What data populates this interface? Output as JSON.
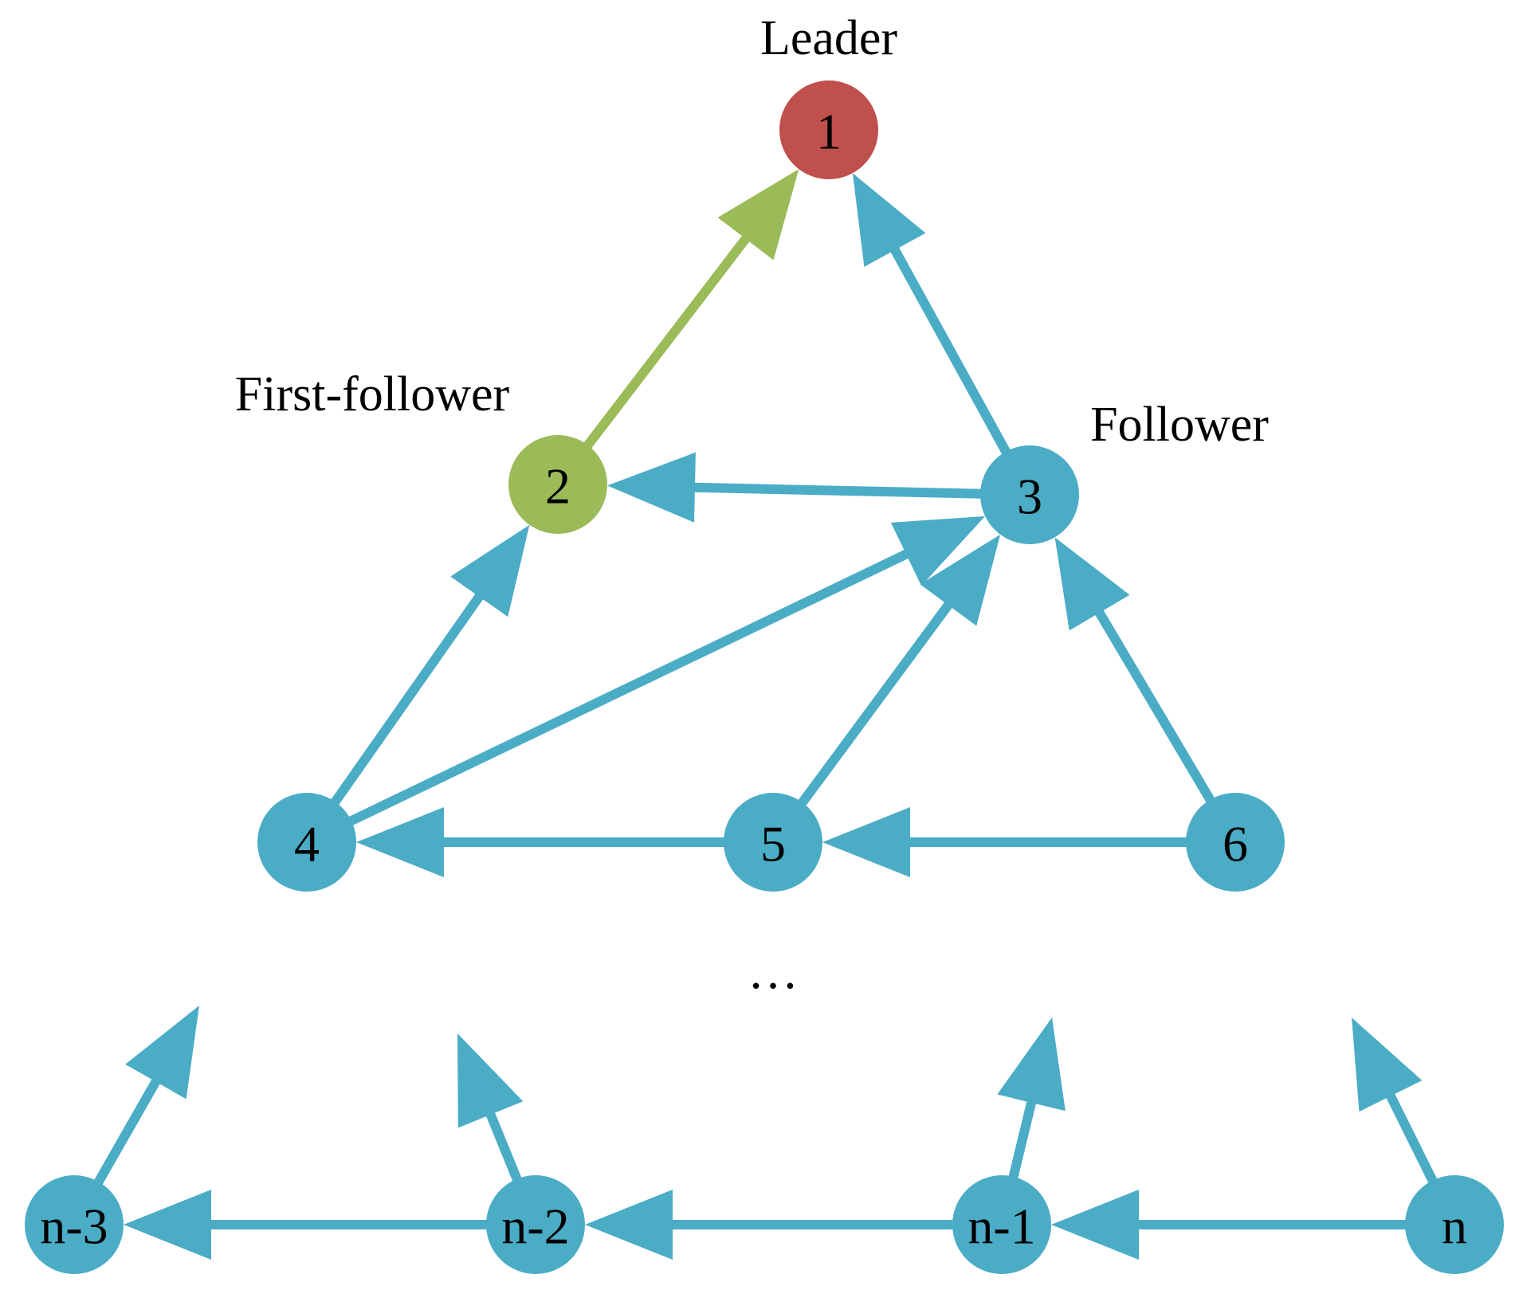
{
  "colors": {
    "leader": "#c0504d",
    "first_follower": "#9bbb59",
    "follower": "#4bacc6",
    "text": "#000000"
  },
  "roles": {
    "leader": "Leader",
    "first_follower": "First-follower",
    "follower": "Follower"
  },
  "ellipsis": "…",
  "nodes": [
    {
      "id": "n1",
      "label": "1",
      "kind": "leader"
    },
    {
      "id": "n2",
      "label": "2",
      "kind": "first_follower"
    },
    {
      "id": "n3",
      "label": "3",
      "kind": "follower"
    },
    {
      "id": "n4",
      "label": "4",
      "kind": "follower"
    },
    {
      "id": "n5",
      "label": "5",
      "kind": "follower"
    },
    {
      "id": "n6",
      "label": "6",
      "kind": "follower"
    },
    {
      "id": "nm3",
      "label": "n-3",
      "kind": "follower"
    },
    {
      "id": "nm2",
      "label": "n-2",
      "kind": "follower"
    },
    {
      "id": "nm1",
      "label": "n-1",
      "kind": "follower"
    },
    {
      "id": "nn",
      "label": "n",
      "kind": "follower"
    }
  ],
  "edges": [
    {
      "from": "n2",
      "to": "n1",
      "kind": "first_follower"
    },
    {
      "from": "n3",
      "to": "n1",
      "kind": "follower"
    },
    {
      "from": "n3",
      "to": "n2",
      "kind": "follower"
    },
    {
      "from": "n4",
      "to": "n2",
      "kind": "follower"
    },
    {
      "from": "n4",
      "to": "n3",
      "kind": "follower"
    },
    {
      "from": "n5",
      "to": "n3",
      "kind": "follower"
    },
    {
      "from": "n6",
      "to": "n3",
      "kind": "follower"
    },
    {
      "from": "n5",
      "to": "n4",
      "kind": "follower"
    },
    {
      "from": "n6",
      "to": "n5",
      "kind": "follower"
    },
    {
      "from": "nm2",
      "to": "nm3",
      "kind": "follower"
    },
    {
      "from": "nm1",
      "to": "nm2",
      "kind": "follower"
    },
    {
      "from": "nn",
      "to": "nm1",
      "kind": "follower"
    },
    {
      "from": "nm3",
      "to": null,
      "kind": "follower"
    },
    {
      "from": "nm2",
      "to": null,
      "kind": "follower"
    },
    {
      "from": "nm1",
      "to": null,
      "kind": "follower"
    },
    {
      "from": "nn",
      "to": null,
      "kind": "follower"
    }
  ]
}
